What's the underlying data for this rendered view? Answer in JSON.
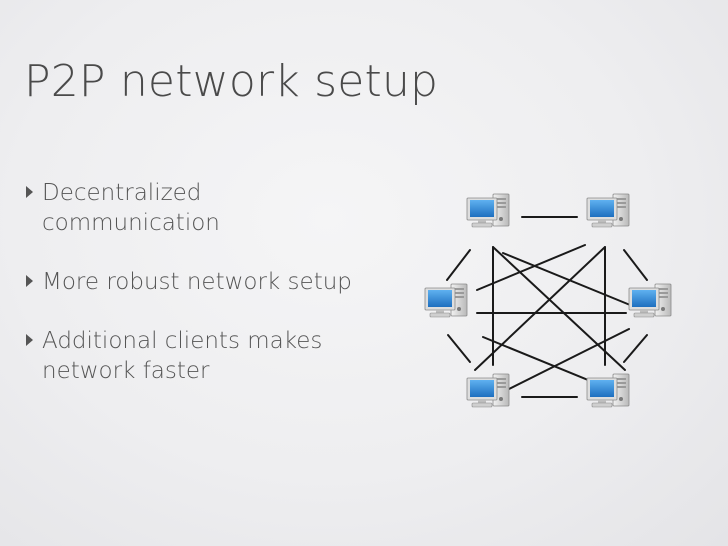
{
  "slide": {
    "title": "P2P network setup",
    "bullets": [
      {
        "text": "Decentralized communication"
      },
      {
        "text": "More robust network setup"
      },
      {
        "text": "Additional clients makes network faster"
      }
    ]
  },
  "diagram": {
    "type": "mesh-network",
    "node_icon": "computer-icon",
    "node_count": 6,
    "link_color": "#1a1a1a",
    "screen_color": "#2a86d8",
    "tower_color": "#d8d8d8"
  }
}
